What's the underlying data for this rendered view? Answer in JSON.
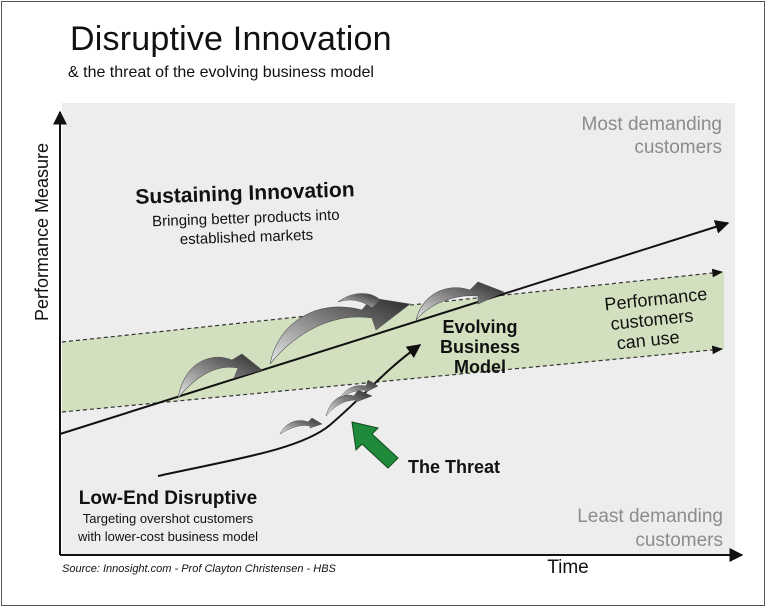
{
  "header": {
    "title": "Disruptive Innovation",
    "subtitle": "& the threat of the evolving business model"
  },
  "axes": {
    "y_label": "Performance Measure",
    "x_label": "Time"
  },
  "corners": {
    "top_right_line1": "Most demanding",
    "top_right_line2": "customers",
    "bottom_right_line1": "Least demanding",
    "bottom_right_line2": "customers"
  },
  "sustaining": {
    "title": "Sustaining Innovation",
    "desc_line1": "Bringing better products into",
    "desc_line2": "established markets"
  },
  "band": {
    "line1": "Performance",
    "line2": "customers",
    "line3": "can use",
    "fill_color": "#d3e0bf"
  },
  "evolving": {
    "line1": "Evolving",
    "line2": "Business",
    "line3": "Model"
  },
  "threat": {
    "label": "The Threat",
    "arrow_color": "#1f8a3a"
  },
  "low_end": {
    "title": "Low-End Disruptive",
    "desc_line1": "Targeting overshot customers",
    "desc_line2": "with lower-cost business model"
  },
  "source": "Source: Innosight.com - Prof Clayton Christensen - HBS",
  "colors": {
    "panel": "#ededed",
    "corner_text": "#8c8c8c"
  }
}
